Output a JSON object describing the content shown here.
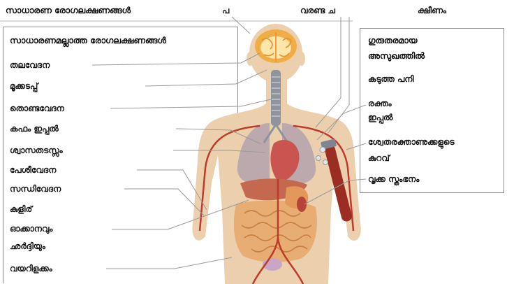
{
  "header": {
    "title": "സാധാരണ രോഗലക്ഷണങ്ങൾ",
    "common_symptoms": [
      "പ",
      "വരണ്ട ച",
      "ക്ഷീണം"
    ]
  },
  "uncommon_panel": {
    "title": "സാധാരണമല്ലാത്ത രോഗലക്ഷണങ്ങൾ",
    "items": [
      "തലവേദന",
      "മൂക്കടപ്പ്",
      "തൊണ്ടവേദന",
      "കഫം ഇപ്പൽ",
      "ശ്വാസതടസ്സം",
      "പേശീവേദന",
      "സന്ധിവേദന",
      "കുളിര്",
      "ഓക്കാനവും",
      "ഛർദ്ദിയും",
      "വയറിളക്കം"
    ]
  },
  "severe_panel": {
    "title_lines": [
      "ഗുരുതരമായ",
      "അസുഖത്തിൽ"
    ],
    "items": [
      {
        "lines": [
          "കടുത്ത പനി"
        ]
      },
      {
        "lines": [
          "രക്തം",
          "ഇപ്പൽ"
        ]
      },
      {
        "lines": [
          "ശ്വേതരക്താണുക്കളുടെ",
          "കുറവ്"
        ]
      },
      {
        "lines": [
          "വൃക്ക സ്തംഭനം"
        ]
      }
    ]
  },
  "colors": {
    "skin": "#ecd0ae",
    "blood": "#c0392b",
    "brain": "#f0ad45",
    "lung": "#b7a5ac",
    "heart": "#c95450",
    "intestine": "#e7ad73",
    "leader_line": "#9a9a9a"
  }
}
